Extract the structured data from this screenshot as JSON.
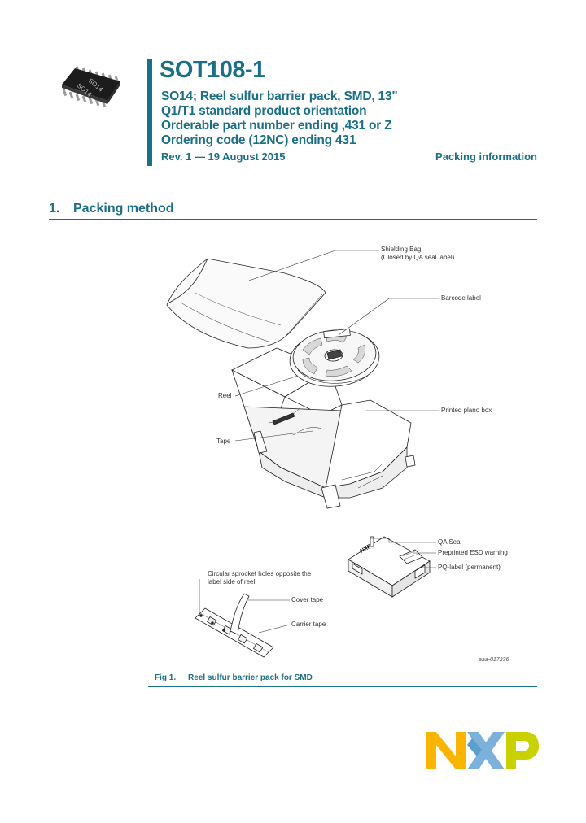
{
  "header": {
    "title": "SOT108-1",
    "subtitle_lines": [
      "SO14; Reel sulfur barrier pack, SMD, 13\"",
      "Q1/T1 standard product orientation",
      "Orderable part number ending ,431 or Z",
      "Ordering code (12NC) ending 431"
    ],
    "revision": "Rev. 1 — 19 August 2015",
    "doc_type": "Packing information",
    "chip_marking": [
      "SO14",
      "SO14"
    ]
  },
  "section": {
    "number": "1.",
    "title": "Packing method"
  },
  "diagram": {
    "labels": {
      "shielding_bag": [
        "Shielding Bag",
        "(Closed by QA seal label)"
      ],
      "barcode_label": "Barcode label",
      "reel": "Reel",
      "printed_box": "Printed plano box",
      "tape": "Tape",
      "qa_seal": "QA Seal",
      "esd_warning": "Preprinted ESD warning",
      "pq_label": "PQ-label (permanent)",
      "sprocket": [
        "Circular sprocket holes opposite the",
        "label side of reel"
      ],
      "cover_tape": "Cover tape",
      "carrier_tape": "Carrier tape"
    },
    "ref_code": "aaa-017236"
  },
  "figure": {
    "number": "Fig 1.",
    "caption": "Reel sulfur barrier pack for SMD"
  },
  "logo": {
    "text": "NXP",
    "colors": {
      "n": "#f9b500",
      "x": "#7bb1db",
      "p": "#c9d200"
    }
  },
  "colors": {
    "accent": "#1b6f86"
  }
}
